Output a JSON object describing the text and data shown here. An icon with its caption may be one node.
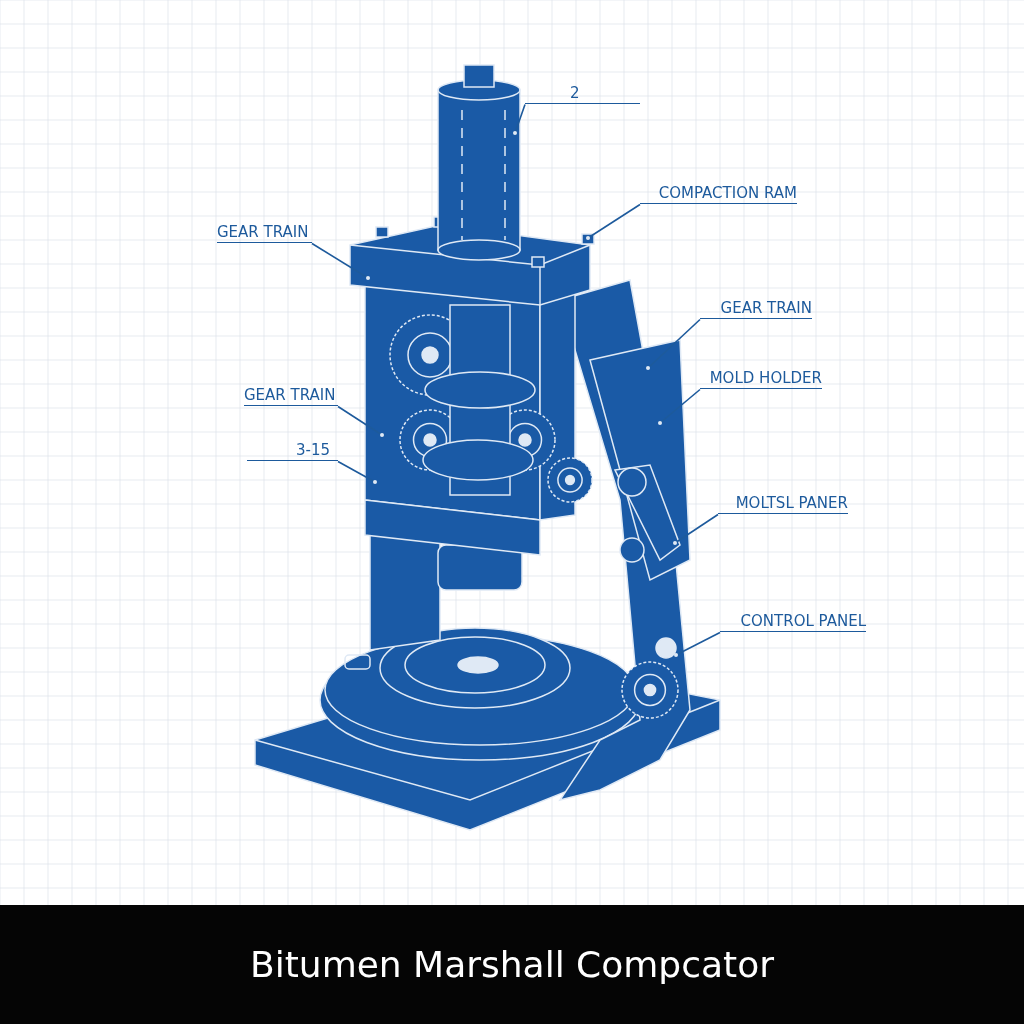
{
  "diagram": {
    "caption": "Bitumen Marshall Compcator",
    "nodes": [
      {
        "text": [
          "2"
        ]
      },
      {
        "text": [
          "COMPACTION RAM"
        ]
      },
      {
        "text": [
          "GEAR TRAIN"
        ]
      },
      {
        "text": [
          "GEAR TRAIN"
        ]
      },
      {
        "text": [
          "MOLD HOLDER"
        ]
      },
      {
        "text": [
          "GEAR TRAIN"
        ]
      },
      {
        "text": [
          "3-15"
        ]
      },
      {
        "text": [
          "MOLTSL PANER"
        ]
      },
      {
        "text": [
          "CONTROL PANEL"
        ]
      }
    ],
    "edges": [
      {
        "from": 0,
        "to": null,
        "arrow": "none"
      },
      {
        "from": 1,
        "to": null,
        "arrow": "none"
      },
      {
        "from": 2,
        "to": null,
        "arrow": "none"
      },
      {
        "from": 3,
        "to": null,
        "arrow": "none"
      },
      {
        "from": 4,
        "to": null,
        "arrow": "none"
      },
      {
        "from": 5,
        "to": null,
        "arrow": "none"
      },
      {
        "from": 6,
        "to": null,
        "arrow": "none"
      },
      {
        "from": 7,
        "to": null,
        "arrow": "none"
      },
      {
        "from": 8,
        "to": null,
        "arrow": "none"
      }
    ]
  }
}
